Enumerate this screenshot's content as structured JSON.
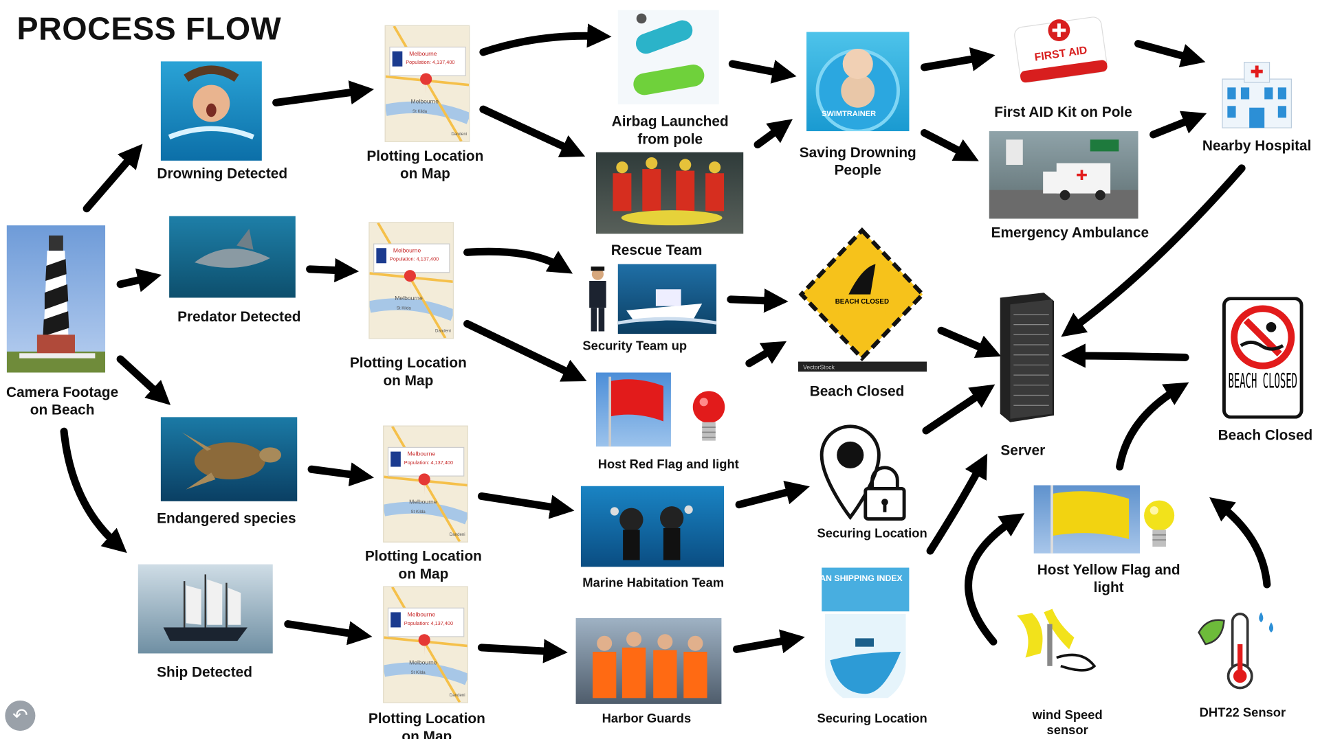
{
  "title": "PROCESS FLOW",
  "nodes": {
    "camera": "Camera Footage on Beach",
    "drowning": "Drowning Detected",
    "predator": "Predator Detected",
    "endangered": "Endangered species",
    "ship": "Ship Detected",
    "plot": "Plotting Location on Map",
    "map_city": "Melbourne",
    "map_population": "Population: 4,137,400",
    "map_suburb": "St Kilda",
    "map_dandenong": "Dandeni",
    "airbag": "Airbag Launched from pole",
    "rescue": "Rescue Team",
    "security": "Security Team up",
    "red_flag": "Host Red Flag and light",
    "marine": "Marine Habitation Team",
    "harbor": "Harbor Guards",
    "saving": "Saving Drowning People",
    "beach_closed_sign": "Beach Closed",
    "beach_sign_text": "BEACH CLOSED",
    "vectorstock": "VectorStock",
    "securing1": "Securing Location",
    "securing2": "Securing Location",
    "shipping_index": "CLEAN SHIPPING INDEX",
    "firstaid_pole": "First AID Kit on Pole",
    "firstaid_text": "FIRST AID",
    "ambulance": "Emergency Ambulance",
    "hospital": "Nearby Hospital",
    "server": "Server",
    "beach_closed_right": "Beach Closed",
    "beach_closed_right_text": "BEACH CLOSED",
    "yellow_flag": "Host Yellow Flag and light",
    "wind": "wind Speed sensor",
    "dht": "DHT22 Sensor",
    "swim_text": "SWIMTRAINER"
  },
  "icons": [
    "back-arrow-icon",
    "camera-icon",
    "map-pin-icon",
    "lock-icon",
    "server-icon",
    "hospital-icon",
    "thermometer-icon",
    "leaf-icon",
    "bulb-icon",
    "flag-icon"
  ],
  "colors": {
    "arrow": "#000000",
    "red": "#e21b1b",
    "yellow": "#f2d311",
    "sea": "#2a8fc4"
  }
}
